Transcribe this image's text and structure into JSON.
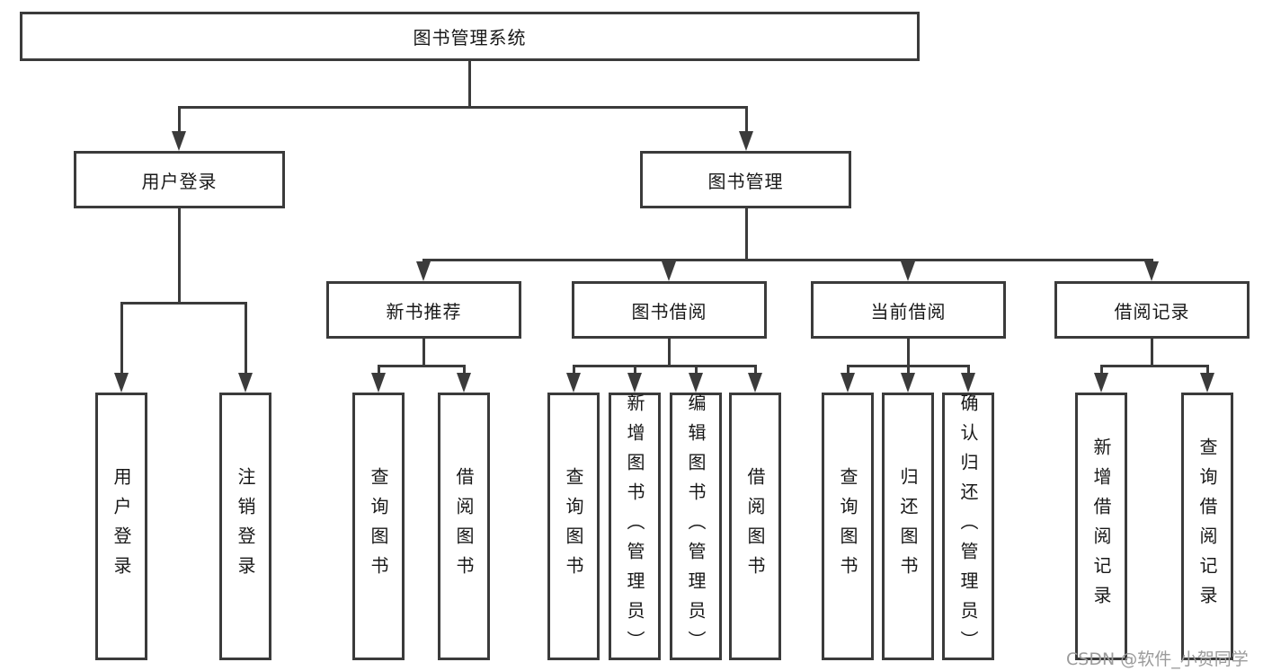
{
  "diagram": {
    "root": "图书管理系统",
    "branches": [
      {
        "label": "用户登录",
        "children": [
          "用户登录",
          "注销登录"
        ]
      },
      {
        "label": "图书管理",
        "children": [
          {
            "label": "新书推荐",
            "children": [
              "查询图书",
              "借阅图书"
            ]
          },
          {
            "label": "图书借阅",
            "children": [
              "查询图书",
              "新增图书（管理员）",
              "编辑图书（管理员）",
              "借阅图书"
            ]
          },
          {
            "label": "当前借阅",
            "children": [
              "查询图书",
              "归还图书",
              "确认归还（管理员）"
            ]
          },
          {
            "label": "借阅记录",
            "children": [
              "新增借阅记录",
              "查询借阅记录"
            ]
          }
        ]
      }
    ]
  },
  "colors": {
    "line": "#3b3b3b",
    "text": "#181818",
    "watermark": "#9b9b9b"
  },
  "watermark": "CSDN @软件_小贺同学"
}
